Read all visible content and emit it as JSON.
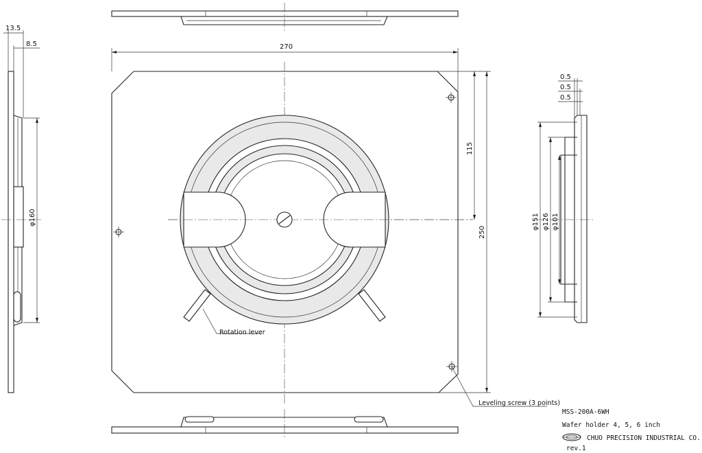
{
  "dimensions": {
    "width_270": "270",
    "height_250": "250",
    "offset_115": "115",
    "thickness_13_5": "13.5",
    "thickness_8_5": "8.5",
    "side_dia_160": "φ160",
    "dia_151": "φ151",
    "dia_126": "φ126",
    "dia_101": "φ101",
    "step_0_5_a": "0.5",
    "step_0_5_b": "0.5",
    "step_0_5_c": "0.5"
  },
  "annotations": {
    "rotation_lever": "Rotation lever",
    "leveling_screw": "Leveling screw (3 points)"
  },
  "title_block": {
    "model": "MSS-200A-6WH",
    "description": "Wafer holder 4, 5, 6 inch",
    "company": "CHUO PRECISION INDUSTRIAL CO.,LTD.",
    "revision": "rev.1"
  }
}
